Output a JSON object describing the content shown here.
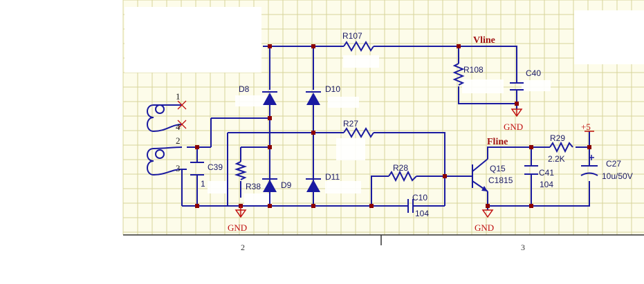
{
  "net_labels": {
    "vline": "Vline",
    "fline": "Fline",
    "plus5": "+5"
  },
  "ground_label": "GND",
  "transformer_pins": [
    "1",
    "4",
    "2",
    "3"
  ],
  "zone_markers": [
    "2",
    "3"
  ],
  "components": {
    "r107": {
      "ref": "R107"
    },
    "r108": {
      "ref": "R108"
    },
    "c40": {
      "ref": "C40"
    },
    "d8": {
      "ref": "D8"
    },
    "d10": {
      "ref": "D10"
    },
    "d9": {
      "ref": "D9"
    },
    "d11": {
      "ref": "D11"
    },
    "r27": {
      "ref": "R27"
    },
    "c39": {
      "ref": "C39",
      "value": "1"
    },
    "r38": {
      "ref": "R38"
    },
    "r28": {
      "ref": "R28"
    },
    "c10": {
      "ref": "C10",
      "value": "104"
    },
    "q15": {
      "ref": "Q15",
      "value": "C1815"
    },
    "c41": {
      "ref": "C41",
      "value": "104"
    },
    "r29": {
      "ref": "R29",
      "value": "2.2K"
    },
    "c27": {
      "ref": "C27",
      "value": "10u/50V"
    }
  },
  "colors": {
    "wire": "#1a1aa0",
    "junction": "#8b0000",
    "net_label": "#a01010",
    "ground": "#c01010",
    "grid": "#d8d49a",
    "paper": "#fdfcea"
  }
}
